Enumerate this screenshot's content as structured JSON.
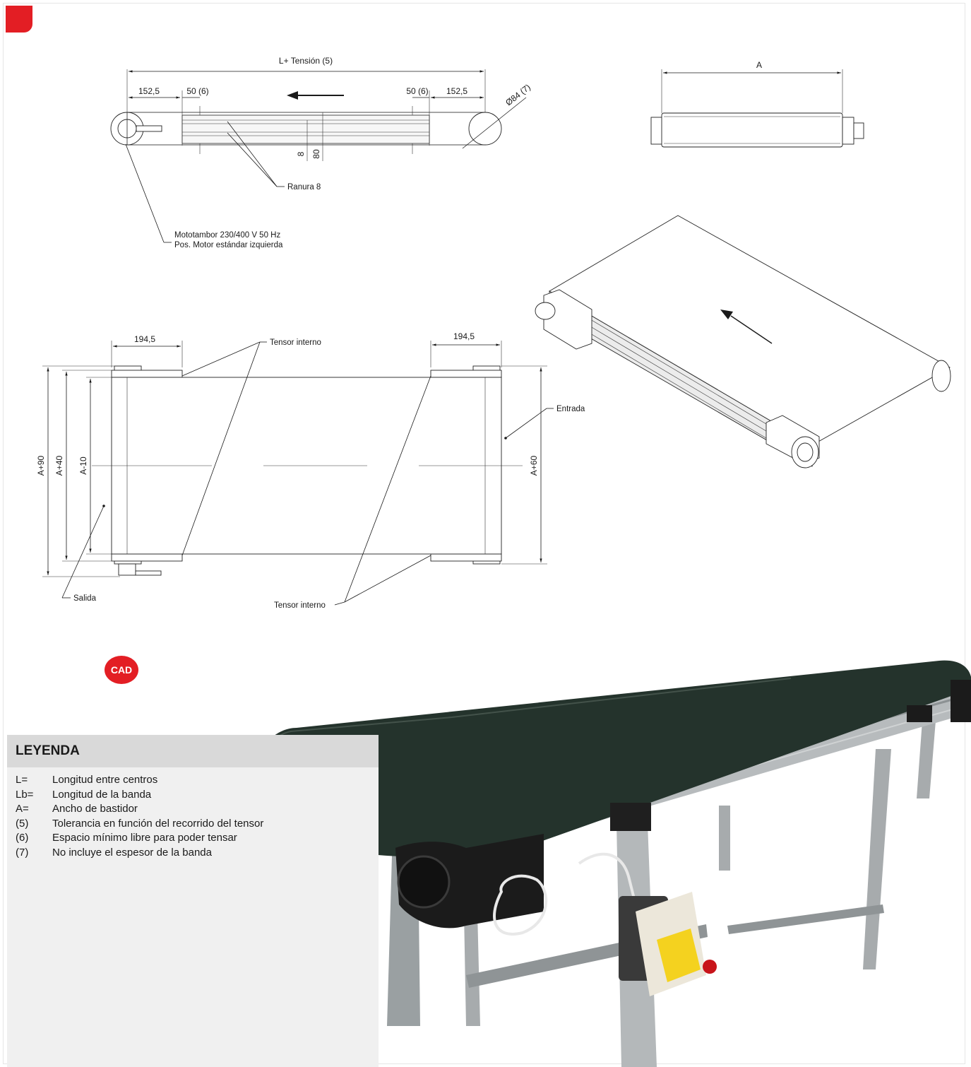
{
  "drawing_labels": {
    "tension_dim": "L+ Tensión (5)",
    "dim_152_left": "152,5",
    "dim_50_left": "50 (6)",
    "dim_50_right": "50 (6)",
    "dim_152_right": "152,5",
    "diameter": "Ø84 (7)",
    "dim_8": "8",
    "dim_80": "80",
    "ranura": "Ranura 8",
    "motor_line1": "Mototambor 230/400 V 50 Hz",
    "motor_line2": "Pos. Motor estándar izquierda",
    "dim_a": "A",
    "dim_194_left": "194,5",
    "dim_194_right": "194,5",
    "tensor_top": "Tensor interno",
    "tensor_bottom": "Tensor interno",
    "entrada": "Entrada",
    "salida": "Salida",
    "dim_a90": "A+90",
    "dim_a40": "A+40",
    "dim_a10": "A-10",
    "dim_a60": "A+60"
  },
  "cad_badge": "CAD",
  "legend": {
    "title": "LEYENDA",
    "items": [
      {
        "key": "L=",
        "text": "Longitud entre centros"
      },
      {
        "key": "Lb=",
        "text": "Longitud de la banda"
      },
      {
        "key": "A=",
        "text": "Ancho de bastidor"
      },
      {
        "key": "(5)",
        "text": "Tolerancia en función del recorrido del tensor"
      },
      {
        "key": "(6)",
        "text": "Espacio mínimo libre para poder tensar"
      },
      {
        "key": "(7)",
        "text": "No incluye el espesor de la banda"
      }
    ]
  },
  "colors": {
    "accent": "#e31e24",
    "legend_bg": "#f0f0f0",
    "legend_head": "#d9d9d9",
    "belt": "#24332c"
  }
}
